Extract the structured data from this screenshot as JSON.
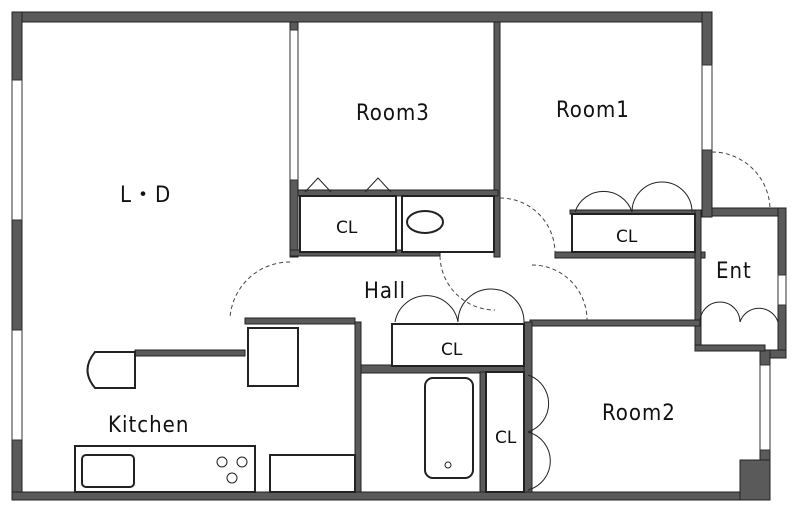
{
  "rooms": {
    "ld": "L・D",
    "room3": "Room3",
    "room1": "Room1",
    "room2": "Room2",
    "hall": "Hall",
    "ent": "Ent",
    "kitchen": "Kitchen"
  },
  "closets": {
    "room3_cl": "CL",
    "room1_cl": "CL",
    "hall_cl": "CL",
    "room2_cl": "CL"
  },
  "colors": {
    "wall": "#5a5a5a",
    "line": "#222222"
  }
}
